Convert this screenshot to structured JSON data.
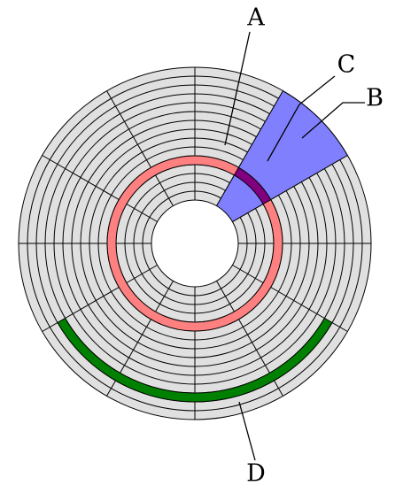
{
  "labels": {
    "a": "A",
    "b": "B",
    "c": "C",
    "d": "D"
  },
  "colors": {
    "platter": "#e0e0e0",
    "lines": "#000000",
    "track": "#ff8080",
    "geometrical_sector": "#8080ff",
    "track_sector": "#800080",
    "cluster": "#008000",
    "hole": "#ffffff"
  },
  "disk": {
    "track_count": 15,
    "sector_count": 12
  }
}
